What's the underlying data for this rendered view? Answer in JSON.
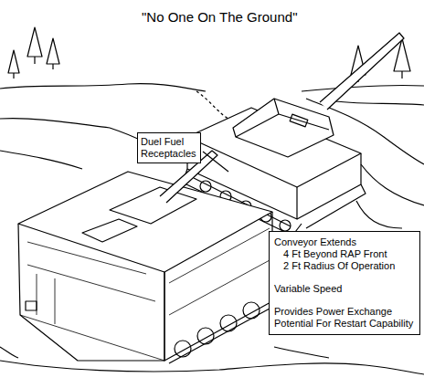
{
  "diagram": {
    "title": "\"No One On The Ground\"",
    "nodes": [
      {
        "text": [
          "Duel Fuel Receptacles"
        ]
      },
      {
        "text": [
          "Conveyor Extends",
          "4 Ft Beyond RAP Front",
          "2 Ft Radius Of Operation",
          "Variable Speed",
          "Provides Power Exchange Potential For Restart Capability"
        ]
      }
    ]
  }
}
